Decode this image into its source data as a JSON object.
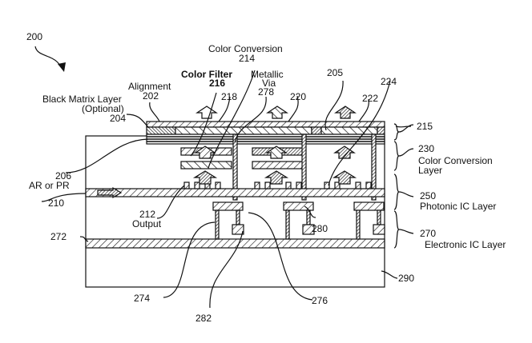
{
  "figure": {
    "ref": "200",
    "labels": {
      "color_conversion": "Color Conversion",
      "color_conversion_ref": "214",
      "color_filter": "Color Filter",
      "color_filter_ref": "216",
      "metallic": "Metallic",
      "via": "Via",
      "metallic_via_ref": "278",
      "alignment": "Alignment",
      "alignment_ref": "202",
      "black_matrix": "Black Matrix Layer",
      "optional": "(Optional)",
      "black_matrix_ref": "204",
      "ref_205": "205",
      "ref_206": "206",
      "ar_pr": "AR or PR",
      "ref_210": "210",
      "ref_212": "212",
      "output": "Output",
      "ref_218": "218",
      "ref_220": "220",
      "ref_222": "222",
      "ref_224": "224",
      "ref_272": "272",
      "ref_274": "274",
      "ref_276": "276",
      "ref_280": "280",
      "ref_282": "282",
      "ref_290": "290"
    },
    "layers": [
      {
        "ref": "215",
        "name": ""
      },
      {
        "ref": "230",
        "name": "Color Conversion",
        "name2": "Layer"
      },
      {
        "ref": "250",
        "name": "Photonic IC Layer"
      },
      {
        "ref": "270",
        "name": "Electronic IC Layer"
      }
    ]
  }
}
